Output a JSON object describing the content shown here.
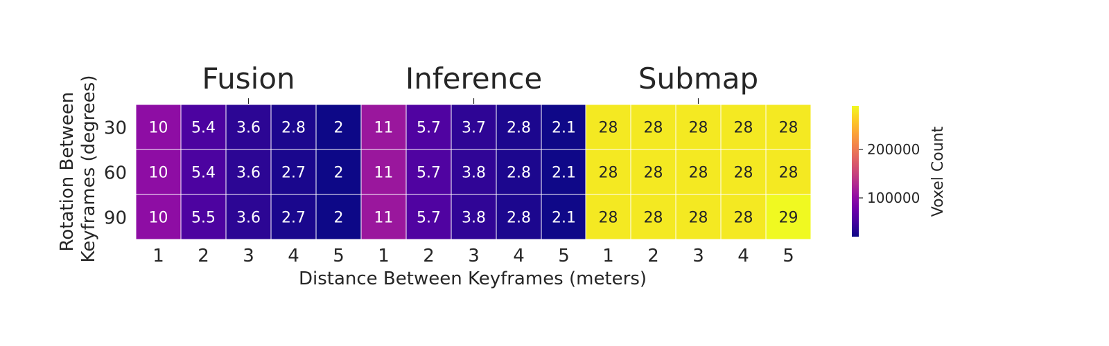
{
  "chart_data": {
    "type": "heatmap",
    "xlabel": "Distance Between Keyframes (meters)",
    "ylabel_lines": [
      "Rotation Between",
      "Keyframes (degrees)"
    ],
    "row_labels": [
      "30",
      "60",
      "90"
    ],
    "col_labels": [
      "1",
      "2",
      "3",
      "4",
      "5"
    ],
    "colorbar": {
      "label": "Voxel Count",
      "ticks": [
        {
          "value": 100000,
          "label": "100000"
        },
        {
          "value": 200000,
          "label": "200000"
        }
      ],
      "range": [
        20000,
        290000
      ]
    },
    "panels": [
      {
        "title": "Fusion",
        "values": [
          [
            10,
            5.4,
            3.6,
            2.8,
            2
          ],
          [
            10,
            5.4,
            3.6,
            2.7,
            2
          ],
          [
            10,
            5.5,
            3.6,
            2.7,
            2
          ]
        ],
        "labels": [
          [
            "10",
            "5.4",
            "3.6",
            "2.8",
            "2"
          ],
          [
            "10",
            "5.4",
            "3.6",
            "2.7",
            "2"
          ],
          [
            "10",
            "5.5",
            "3.6",
            "2.7",
            "2"
          ]
        ]
      },
      {
        "title": "Inference",
        "values": [
          [
            11,
            5.7,
            3.7,
            2.8,
            2.1
          ],
          [
            11,
            5.7,
            3.8,
            2.8,
            2.1
          ],
          [
            11,
            5.7,
            3.8,
            2.8,
            2.1
          ]
        ],
        "labels": [
          [
            "11",
            "5.7",
            "3.7",
            "2.8",
            "2.1"
          ],
          [
            "11",
            "5.7",
            "3.8",
            "2.8",
            "2.1"
          ],
          [
            "11",
            "5.7",
            "3.8",
            "2.8",
            "2.1"
          ]
        ]
      },
      {
        "title": "Submap",
        "values": [
          [
            28,
            28,
            28,
            28,
            28
          ],
          [
            28,
            28,
            28,
            28,
            28
          ],
          [
            28,
            28,
            28,
            28,
            29
          ]
        ],
        "labels": [
          [
            "28",
            "28",
            "28",
            "28",
            "28"
          ],
          [
            "28",
            "28",
            "28",
            "28",
            "28"
          ],
          [
            "28",
            "28",
            "28",
            "28",
            "29"
          ]
        ]
      }
    ]
  }
}
